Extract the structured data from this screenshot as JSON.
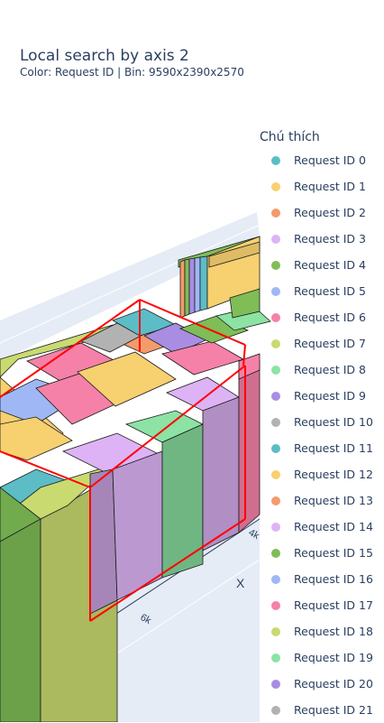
{
  "title": "Local search by axis 2",
  "subtitle": "Color: Request ID | Bin: 9590x2390x2570",
  "legend": {
    "title": "Chú thích",
    "items": [
      {
        "label": "Request ID 0",
        "color": "#5cbdc7"
      },
      {
        "label": "Request ID 1",
        "color": "#f7d070"
      },
      {
        "label": "Request ID 2",
        "color": "#f49b6c"
      },
      {
        "label": "Request ID 3",
        "color": "#ddb3f5"
      },
      {
        "label": "Request ID 4",
        "color": "#7fbd57"
      },
      {
        "label": "Request ID 5",
        "color": "#9fb8f5"
      },
      {
        "label": "Request ID 6",
        "color": "#f581a8"
      },
      {
        "label": "Request ID 7",
        "color": "#c9da70"
      },
      {
        "label": "Request ID 8",
        "color": "#8ce3a4"
      },
      {
        "label": "Request ID 9",
        "color": "#a98de3"
      },
      {
        "label": "Request ID 10",
        "color": "#b2b2b2"
      },
      {
        "label": "Request ID 11",
        "color": "#5cbdc7"
      },
      {
        "label": "Request ID 12",
        "color": "#f7d070"
      },
      {
        "label": "Request ID 13",
        "color": "#f49b6c"
      },
      {
        "label": "Request ID 14",
        "color": "#ddb3f5"
      },
      {
        "label": "Request ID 15",
        "color": "#7fbd57"
      },
      {
        "label": "Request ID 16",
        "color": "#9fb8f5"
      },
      {
        "label": "Request ID 17",
        "color": "#f581a8"
      },
      {
        "label": "Request ID 18",
        "color": "#c9da70"
      },
      {
        "label": "Request ID 19",
        "color": "#8ce3a4"
      },
      {
        "label": "Request ID 20",
        "color": "#a98de3"
      },
      {
        "label": "Request ID 21",
        "color": "#b2b2b2"
      }
    ]
  },
  "chart_data": {
    "type": "3d-bin-packing",
    "title": "Local search by axis 2",
    "subtitle": "Color: Request ID | Bin: 9590x2390x2570",
    "bin": {
      "x": 9590,
      "y": 2390,
      "z": 2570
    },
    "xlabel": "X",
    "x_ticks": [
      "4k",
      "6k"
    ],
    "legend_title": "Chú thích",
    "series": [
      "Request ID 0",
      "Request ID 1",
      "Request ID 2",
      "Request ID 3",
      "Request ID 4",
      "Request ID 5",
      "Request ID 6",
      "Request ID 7",
      "Request ID 8",
      "Request ID 9",
      "Request ID 10",
      "Request ID 11",
      "Request ID 12",
      "Request ID 13",
      "Request ID 14",
      "Request ID 15",
      "Request ID 16",
      "Request ID 17",
      "Request ID 18",
      "Request ID 19",
      "Request ID 20",
      "Request ID 21"
    ],
    "highlight_box_color": "#ff0000"
  }
}
